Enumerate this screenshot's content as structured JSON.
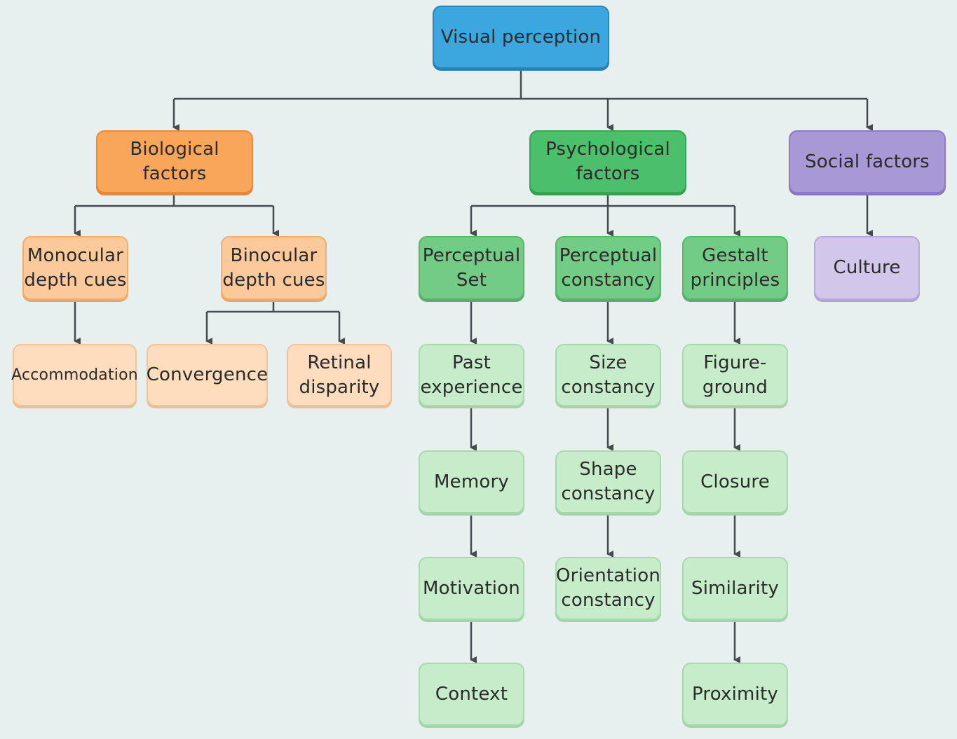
{
  "diagram": {
    "root": "Visual perception",
    "biological": {
      "label": "Biological\nfactors",
      "monocular": "Monocular\ndepth cues",
      "binocular": "Binocular\ndepth cues",
      "accommodation": "Accommodation",
      "convergence": "Convergence",
      "retinal_disparity": "Retinal\ndisparity"
    },
    "psychological": {
      "label": "Psychological\nfactors",
      "perceptual_set": {
        "label": "Perceptual\nSet",
        "items": [
          "Past\nexperience",
          "Memory",
          "Motivation",
          "Context"
        ]
      },
      "perceptual_constancy": {
        "label": "Perceptual\nconstancy",
        "items": [
          "Size\nconstancy",
          "Shape\nconstancy",
          "Orientation\nconstancy"
        ]
      },
      "gestalt": {
        "label": "Gestalt\nprinciples",
        "items": [
          "Figure-\nground",
          "Closure",
          "Similarity",
          "Proximity"
        ]
      }
    },
    "social": {
      "label": "Social factors",
      "culture": "Culture"
    }
  }
}
